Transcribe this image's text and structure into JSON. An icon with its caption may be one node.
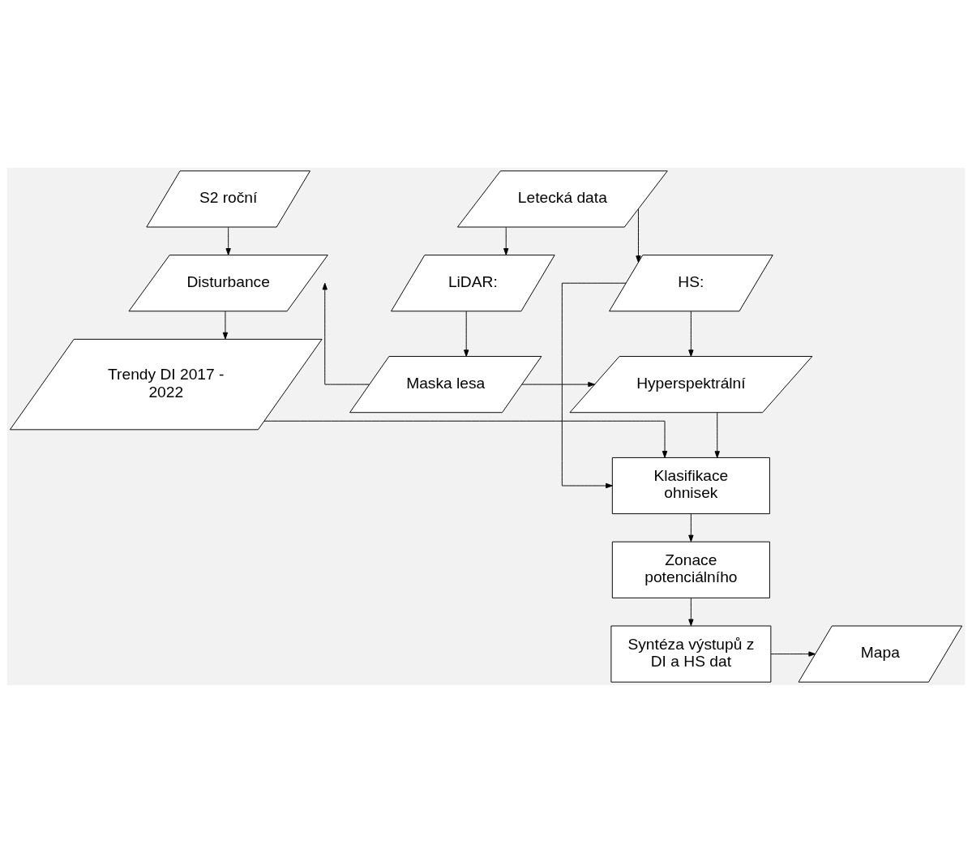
{
  "diagram": {
    "nodes": [
      {
        "text": [
          "S2 roční"
        ]
      },
      {
        "text": [
          "Letecká data"
        ]
      },
      {
        "text": [
          "Disturbance"
        ]
      },
      {
        "text": [
          "LiDAR:"
        ]
      },
      {
        "text": [
          "HS:"
        ]
      },
      {
        "text": [
          "Trendy DI 2017 - 2022"
        ]
      },
      {
        "text": [
          "Maska lesa"
        ]
      },
      {
        "text": [
          "Hyperspektrální"
        ]
      },
      {
        "text": [
          "Klasifikace ohnisek"
        ]
      },
      {
        "text": [
          "Zonace potenciálního"
        ]
      },
      {
        "text": [
          "Syntéza výstupů z DI a HS dat"
        ]
      },
      {
        "text": [
          "Mapa"
        ]
      }
    ],
    "edges": [
      {
        "from": 0,
        "to": 2,
        "arrow": "to"
      },
      {
        "from": 1,
        "to": 3,
        "arrow": "to"
      },
      {
        "from": 1,
        "to": 4,
        "arrow": "to"
      },
      {
        "from": 2,
        "to": 5,
        "arrow": "to"
      },
      {
        "from": 3,
        "to": 6,
        "arrow": "to"
      },
      {
        "from": 6,
        "to": 2,
        "arrow": "to"
      },
      {
        "from": 6,
        "to": 7,
        "arrow": "to"
      },
      {
        "from": 4,
        "to": 7,
        "arrow": "to"
      },
      {
        "from": 5,
        "to": 8,
        "arrow": "to"
      },
      {
        "from": 7,
        "to": 8,
        "arrow": "to"
      },
      {
        "from": 4,
        "to": 8,
        "arrow": "to"
      },
      {
        "from": 8,
        "to": 9,
        "arrow": "to"
      },
      {
        "from": 9,
        "to": 10,
        "arrow": "to"
      },
      {
        "from": 10,
        "to": 11,
        "arrow": "to"
      }
    ]
  }
}
